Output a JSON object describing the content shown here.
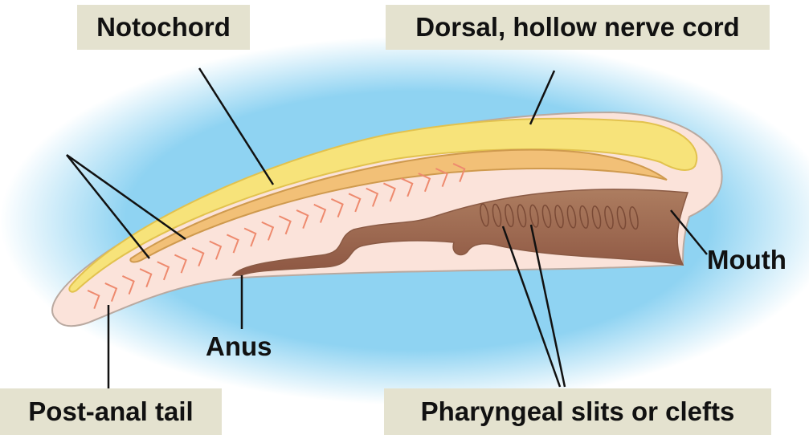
{
  "labels": {
    "notochord": "Notochord",
    "nerve_cord": "Dorsal, hollow nerve cord",
    "mouth": "Mouth",
    "anus": "Anus",
    "tail": "Post-anal tail",
    "pharyngeal": "Pharyngeal slits or clefts"
  },
  "colors": {
    "background": "#8fd3f2",
    "body": "#fbe3da",
    "nerve_cord": "#f7e37a",
    "notochord": "#f2c077",
    "gut": "#a8765a",
    "muscle": "#ee8a6e",
    "label_box": "#e4e2cf"
  }
}
